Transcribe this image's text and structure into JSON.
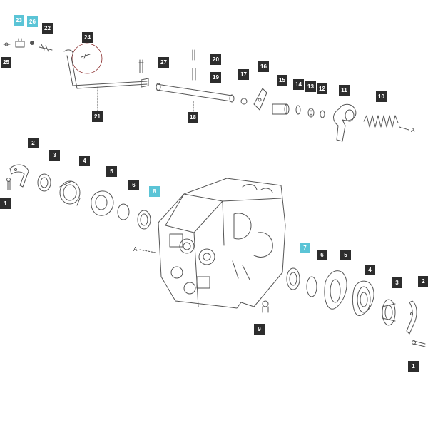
{
  "diagram": {
    "colors": {
      "line": "#555555",
      "callout": "#2d2d2d",
      "highlight": "#5bc4d6",
      "circle": "#8a2b2b"
    },
    "callouts": [
      {
        "id": "c23",
        "label": "23",
        "hl": true
      },
      {
        "id": "c26",
        "label": "26",
        "hl": true
      },
      {
        "id": "c22",
        "label": "22",
        "hl": false
      },
      {
        "id": "c25",
        "label": "25",
        "hl": false
      },
      {
        "id": "c24",
        "label": "24",
        "hl": false
      },
      {
        "id": "c27",
        "label": "27",
        "hl": false
      },
      {
        "id": "c20",
        "label": "20",
        "hl": false
      },
      {
        "id": "c19",
        "label": "19",
        "hl": false
      },
      {
        "id": "c17",
        "label": "17",
        "hl": false
      },
      {
        "id": "c16",
        "label": "16",
        "hl": false
      },
      {
        "id": "c15",
        "label": "15",
        "hl": false
      },
      {
        "id": "c14",
        "label": "14",
        "hl": false
      },
      {
        "id": "c13",
        "label": "13",
        "hl": false
      },
      {
        "id": "c12",
        "label": "12",
        "hl": false
      },
      {
        "id": "c11",
        "label": "11",
        "hl": false
      },
      {
        "id": "c10",
        "label": "10",
        "hl": false
      },
      {
        "id": "c21",
        "label": "21",
        "hl": false
      },
      {
        "id": "c18",
        "label": "18",
        "hl": false
      },
      {
        "id": "c2a",
        "label": "2",
        "hl": false
      },
      {
        "id": "c3a",
        "label": "3",
        "hl": false
      },
      {
        "id": "c4a",
        "label": "4",
        "hl": false
      },
      {
        "id": "c5a",
        "label": "5",
        "hl": false
      },
      {
        "id": "c6a",
        "label": "6",
        "hl": false
      },
      {
        "id": "c8",
        "label": "8",
        "hl": true
      },
      {
        "id": "c1a",
        "label": "1",
        "hl": false
      },
      {
        "id": "c7",
        "label": "7",
        "hl": true
      },
      {
        "id": "c6b",
        "label": "6",
        "hl": false
      },
      {
        "id": "c5b",
        "label": "5",
        "hl": false
      },
      {
        "id": "c4b",
        "label": "4",
        "hl": false
      },
      {
        "id": "c3b",
        "label": "3",
        "hl": false
      },
      {
        "id": "c2b",
        "label": "2",
        "hl": false
      },
      {
        "id": "c9",
        "label": "9",
        "hl": false
      },
      {
        "id": "c1b",
        "label": "1",
        "hl": false
      }
    ],
    "refs": {
      "a_right": "A",
      "a_left": "A"
    }
  }
}
